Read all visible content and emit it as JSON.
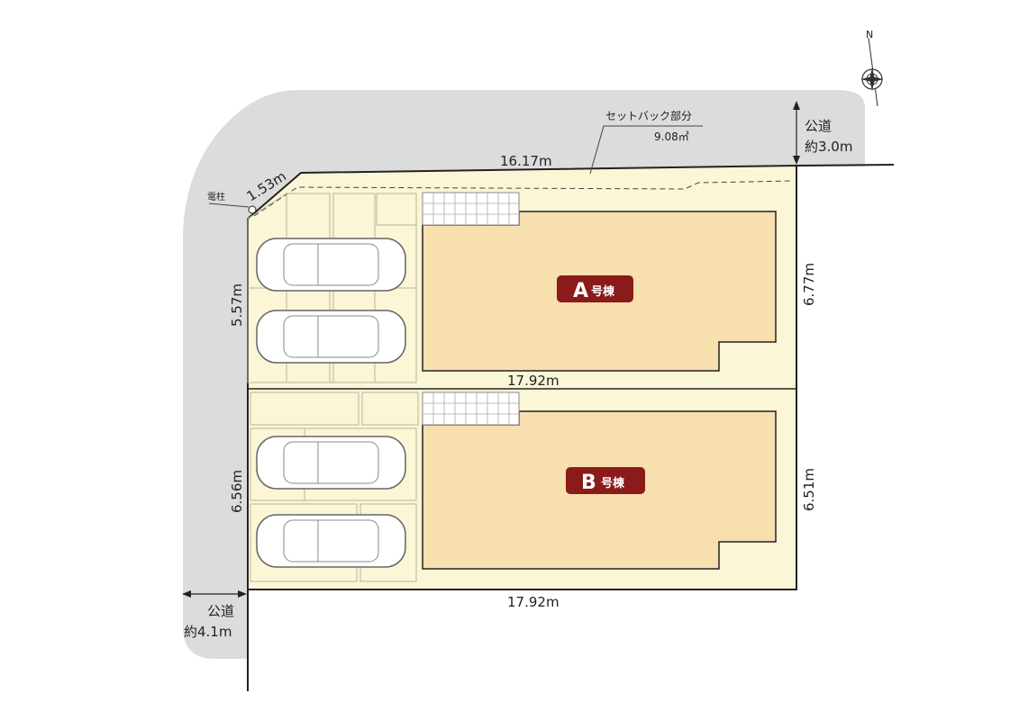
{
  "road_north": {
    "name": "公道",
    "width": "約3.0m"
  },
  "road_west": {
    "name": "公道",
    "width": "約4.1m"
  },
  "setback": {
    "label": "セットバック部分",
    "area": "9.08㎡"
  },
  "utility_pole": "電柱",
  "dimensions": {
    "north_edge": "16.17m",
    "corner_edge": "1.53m",
    "lot_a_west": "5.57m",
    "lot_a_east": "6.77m",
    "middle_line": "17.92m",
    "lot_b_west": "6.56m",
    "lot_b_east": "6.51m",
    "south_edge": "17.92m"
  },
  "buildings": [
    {
      "letter": "A",
      "suffix": "号棟"
    },
    {
      "letter": "B",
      "suffix": "号棟"
    }
  ],
  "compass": {
    "north": "N"
  },
  "colors": {
    "road": "#dcdcdc",
    "lot": "#fbf6d6",
    "building": "#f8dfae",
    "badge": "#8b1a1a",
    "line": "#222222"
  }
}
